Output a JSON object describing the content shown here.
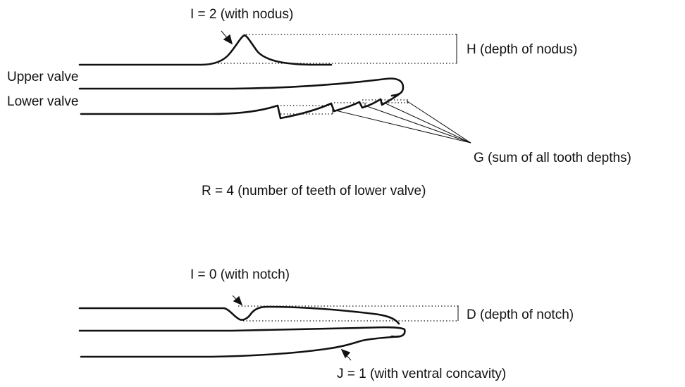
{
  "top_panel": {
    "nodus_label": "I = 2 (with nodus)",
    "upper_valve_label": "Upper valve",
    "lower_valve_label": "Lower valve",
    "nodus_depth_label": "H (depth of nodus)",
    "tooth_depth_label": "G (sum of all tooth depths)",
    "teeth_count_label": "R = 4 (number of teeth of lower valve)"
  },
  "bottom_panel": {
    "notch_label": "I = 0 (with notch)",
    "notch_depth_label": "D (depth of notch)",
    "concavity_label": "J = 1 (with ventral concavity)"
  }
}
